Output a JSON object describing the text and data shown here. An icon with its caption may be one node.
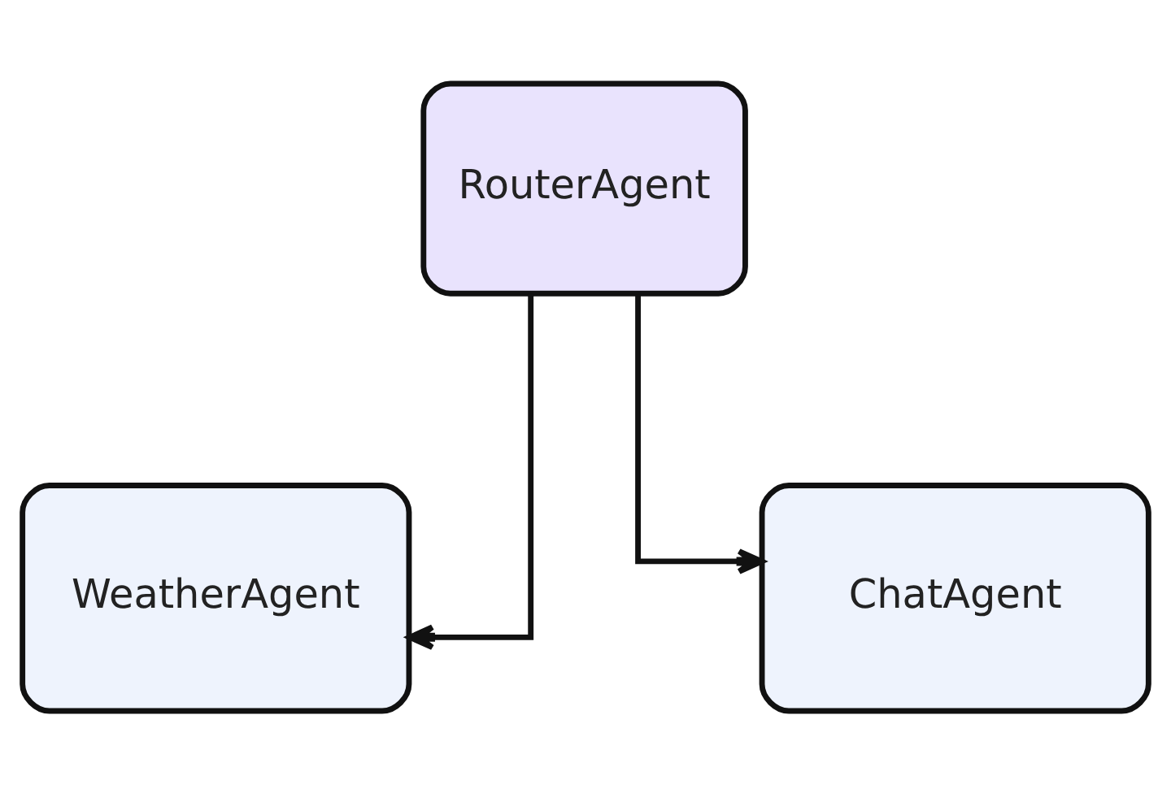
{
  "diagram": {
    "nodes": [
      {
        "text": [
          "RouterAgent"
        ]
      },
      {
        "text": [
          "WeatherAgent"
        ]
      },
      {
        "text": [
          "ChatAgent"
        ]
      }
    ],
    "edges": [
      {
        "from": 0,
        "to": 1,
        "arrow": "to"
      },
      {
        "from": 0,
        "to": 2,
        "arrow": "to"
      }
    ]
  }
}
